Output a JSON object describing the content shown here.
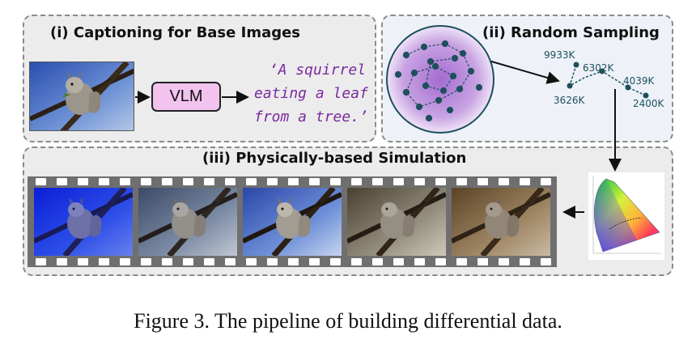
{
  "panels": {
    "captioning": {
      "title": "(i) Captioning for Base Images",
      "vlm_label": "VLM",
      "caption_lines": [
        "‘A squirrel",
        "eating a leaf",
        "from a tree.’"
      ]
    },
    "sampling": {
      "title": "(ii) Random Sampling",
      "temperatures": [
        "9933K",
        "6302K",
        "4039K",
        "3626K",
        "2400K"
      ]
    },
    "simulation": {
      "title": "(iii) Physically-based Simulation",
      "frame_count": 5
    }
  },
  "figure_caption": "Figure 3. The pipeline of building differential data.",
  "colors": {
    "vlm_box": "#f3c3f0",
    "caption_text": "#7a2a9e",
    "sample_points": "#1d4f5c",
    "sphere": "#a46bd0",
    "film": "#6f6f6f",
    "panel_border": "#8a8a8a"
  }
}
